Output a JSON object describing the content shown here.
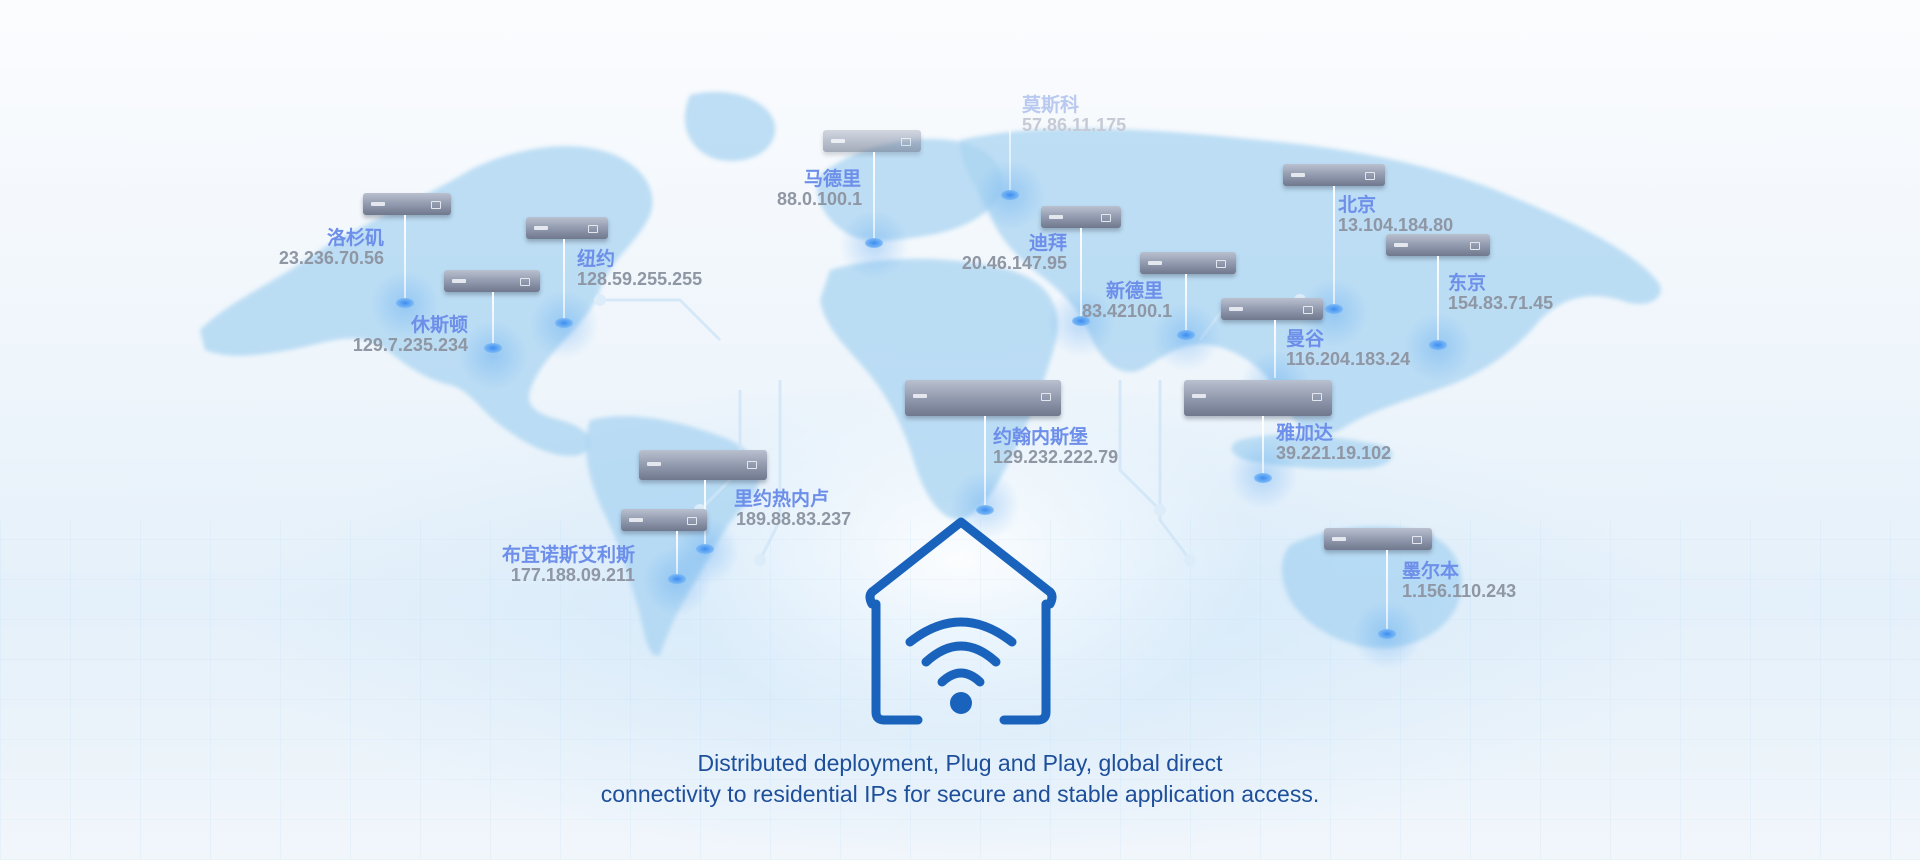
{
  "locations": [
    {
      "id": "moscow",
      "city": "莫斯科",
      "ip": "57.86.11.175",
      "faded": true
    },
    {
      "id": "madrid",
      "city": "马德里",
      "ip": "88.0.100.1"
    },
    {
      "id": "beijing",
      "city": "北京",
      "ip": "13.104.184.80"
    },
    {
      "id": "los-angeles",
      "city": "洛杉矶",
      "ip": "23.236.70.56"
    },
    {
      "id": "new-york",
      "city": "纽约",
      "ip": "128.59.255.255"
    },
    {
      "id": "dubai",
      "city": "迪拜",
      "ip": "20.46.147.95"
    },
    {
      "id": "tokyo",
      "city": "东京",
      "ip": "154.83.71.45"
    },
    {
      "id": "new-delhi",
      "city": "新德里",
      "ip": "83.42100.1"
    },
    {
      "id": "houston",
      "city": "休斯顿",
      "ip": "129.7.235.234"
    },
    {
      "id": "bangkok",
      "city": "曼谷",
      "ip": "116.204.183.24"
    },
    {
      "id": "johannesburg",
      "city": "约翰内斯堡",
      "ip": "129.232.222.79"
    },
    {
      "id": "jakarta",
      "city": "雅加达",
      "ip": "39.221.19.102"
    },
    {
      "id": "rio",
      "city": "里约热内卢",
      "ip": "189.88.83.237"
    },
    {
      "id": "buenos-aires",
      "city": "布宜诺斯艾利斯",
      "ip": "177.188.09.211"
    },
    {
      "id": "melbourne",
      "city": "墨尔本",
      "ip": "1.156.110.243"
    }
  ],
  "caption": {
    "line1": "Distributed deployment, Plug and Play, global direct",
    "line2": "connectivity to residential IPs for secure and stable application access."
  },
  "colors": {
    "city_label": "#6d8fea",
    "ip_label": "#8f96a4",
    "house_icon": "#1a63bd",
    "caption": "#1d4f9a",
    "map_fill": "#a9d4f2"
  },
  "icons": [
    "world-map",
    "router-device",
    "home-wifi-icon"
  ]
}
